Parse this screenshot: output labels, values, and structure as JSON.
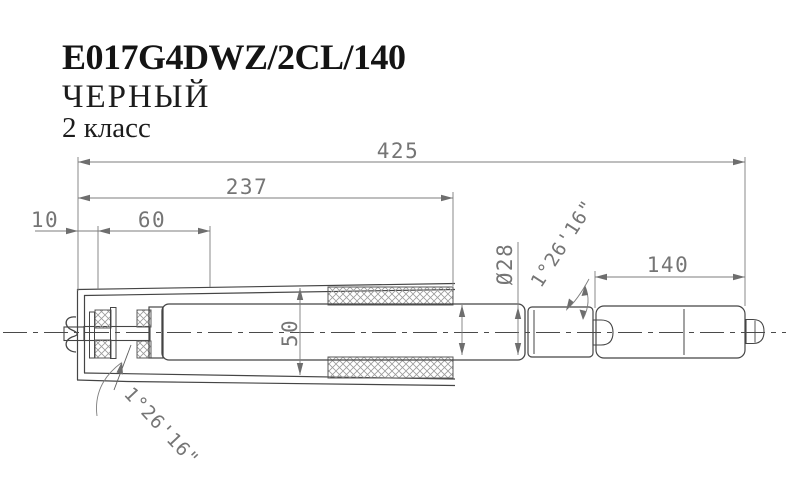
{
  "header": {
    "model": "E017G4DWZ/2CL/140",
    "color_name": "ЧЕРНЫЙ",
    "class_label": "2 класс"
  },
  "dimensions": {
    "overall_length": "425",
    "upper_tube_length": "237",
    "left_offset": "10",
    "valve_section_length": "60",
    "column_diameter": "50",
    "cylinder_diameter": "Ø28",
    "lower_cone_length": "140",
    "taper_angle_upper": "1°26'16\"",
    "taper_angle_lower": "1°26'16\""
  },
  "colors": {
    "background": "#ffffff",
    "body_line": "#454545",
    "dimension_line": "#7d7d7d",
    "dimension_text": "#757575",
    "hatch": "#9b9b9b",
    "title_text": "#141414"
  }
}
